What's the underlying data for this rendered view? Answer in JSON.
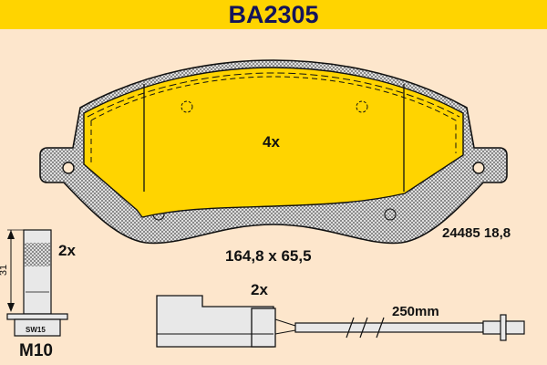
{
  "header": {
    "title": "BA2305"
  },
  "pad": {
    "quantity": "4x",
    "dimensions": "164,8 x 65,5",
    "reference": "24485 18,8"
  },
  "bolt": {
    "quantity": "2x",
    "length": "31",
    "wrench_size": "SW15",
    "thread": "M10"
  },
  "sensor": {
    "quantity": "2x",
    "length": "250mm"
  },
  "colors": {
    "header": "#ffd400",
    "background": "#fde6cc",
    "friction": "#ffd400",
    "title_text": "#14145a"
  }
}
